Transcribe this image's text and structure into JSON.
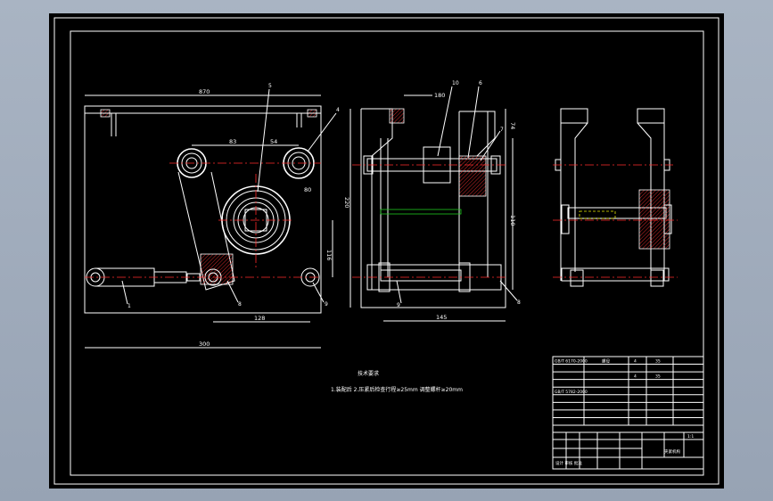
{
  "front_view": {
    "dims": {
      "top": "870",
      "d83": "83",
      "d54": "54",
      "d80": "80",
      "vert": "116",
      "mid": "128",
      "bottom": "300"
    },
    "callouts": {
      "c5": "5",
      "c4": "4",
      "c1": "1",
      "c8": "8",
      "c9": "9"
    }
  },
  "side_view": {
    "dims": {
      "d180": "180",
      "d220": "220",
      "d74": "74",
      "d110": "110",
      "d145": "145"
    },
    "callouts": {
      "c10": "10",
      "c6": "6",
      "c7": "7",
      "c9": "9",
      "c8": "8"
    }
  },
  "notes": {
    "title": "技术要求",
    "line": "1.装配后  2.压紧后检查行程≥25mm  调整螺杆≥20mm"
  },
  "title_block": {
    "bom_rows": [
      {
        "code": "GB/T 6170-2000",
        "name": "螺母",
        "qty": "4",
        "mat": "35"
      },
      {
        "code": "",
        "name": "",
        "qty": "",
        "mat": ""
      },
      {
        "code": "",
        "name": "",
        "qty": "4",
        "mat": "35"
      },
      {
        "code": "",
        "name": "",
        "qty": "",
        "mat": ""
      },
      {
        "code": "GB/T 5782-2000",
        "name": "",
        "qty": "",
        "mat": ""
      },
      {
        "code": "",
        "name": "",
        "qty": "",
        "mat": ""
      },
      {
        "code": "",
        "name": "",
        "qty": "",
        "mat": ""
      },
      {
        "code": "",
        "name": "",
        "qty": "",
        "mat": ""
      },
      {
        "code": "",
        "name": "",
        "qty": "",
        "mat": ""
      }
    ],
    "sheet_label": "夹紧机构",
    "scale_label": "1:1",
    "sign_row": "设计   审核   批准"
  }
}
